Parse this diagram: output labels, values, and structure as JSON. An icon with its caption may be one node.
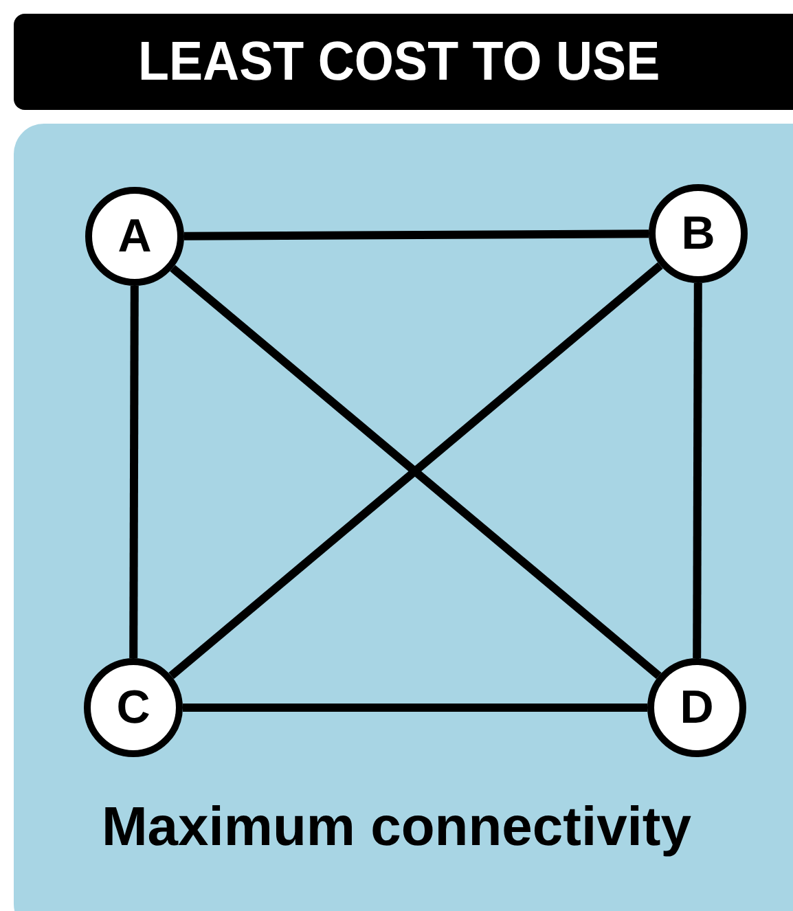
{
  "diagram": {
    "title": "LEAST COST TO USE",
    "caption": "Maximum connectivity",
    "nodes": [
      {
        "text": [
          "A"
        ]
      },
      {
        "text": [
          "B"
        ]
      },
      {
        "text": [
          "C"
        ]
      },
      {
        "text": [
          "D"
        ]
      }
    ],
    "edges": [
      {
        "from": 0,
        "to": 1,
        "arrow": "none"
      },
      {
        "from": 0,
        "to": 2,
        "arrow": "none"
      },
      {
        "from": 0,
        "to": 3,
        "arrow": "none"
      },
      {
        "from": 1,
        "to": 2,
        "arrow": "none"
      },
      {
        "from": 1,
        "to": 3,
        "arrow": "none"
      },
      {
        "from": 2,
        "to": 3,
        "arrow": "none"
      }
    ]
  }
}
